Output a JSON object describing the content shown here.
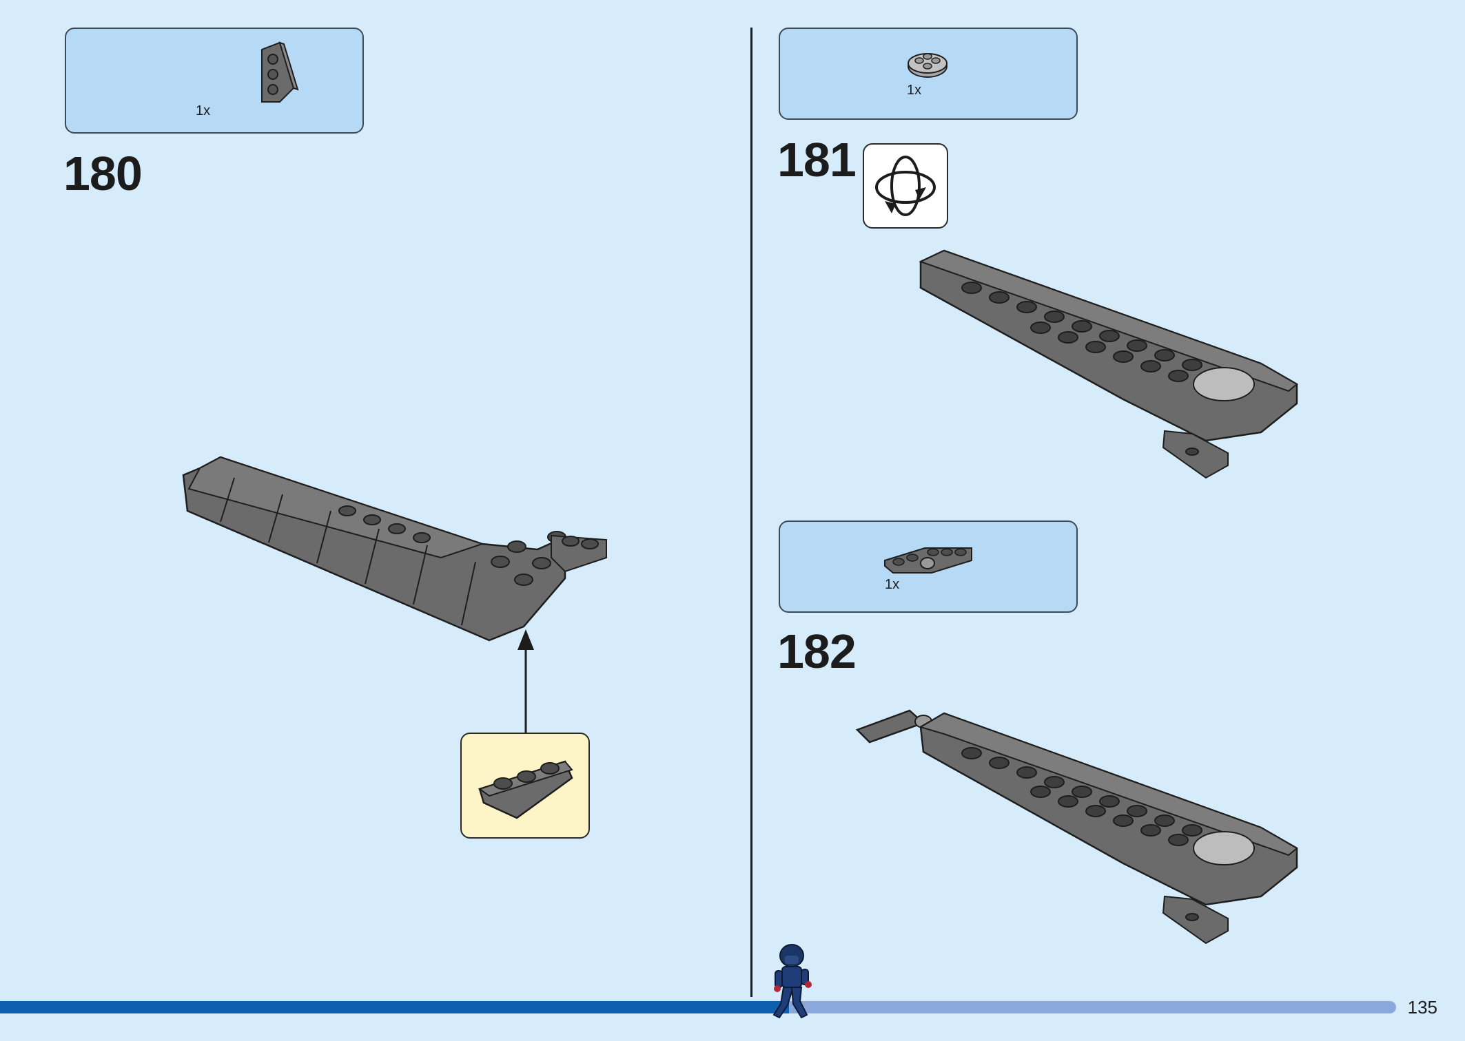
{
  "steps": [
    {
      "number": "180",
      "parts_qty": "1x"
    },
    {
      "number": "181",
      "parts_qty": "1x"
    },
    {
      "number": "182",
      "parts_qty": "1x"
    }
  ],
  "page_number": "135",
  "progress": 0.565,
  "colors": {
    "page_bg": "#d6ecfb",
    "parts_box": "#b6d9f5",
    "callout_box": "#fdf4c8",
    "brick_gray": "#6b6b6b",
    "progress_fill": "#0e5fae",
    "progress_track": "#8aa8dc"
  },
  "icons": {
    "rotate": "rotate-model-icon",
    "figure": "minifigure-runner-icon"
  }
}
